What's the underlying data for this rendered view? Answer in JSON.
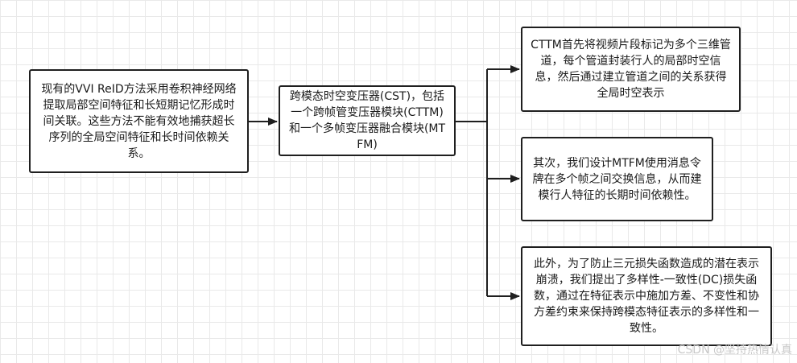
{
  "nodes": {
    "problem": "现有的VVI ReID方法采用卷积神经网络提取局部空间特征和长短期记忆形成时间关联。这些方法不能有效地捕获超长序列的全局空间特征和长时间依赖关系。",
    "cst": "跨模态时空变压器(CST)，包括一个跨帧管变压器模块(CTTM)和一个多帧变压器融合模块(MTFM)",
    "cttm": "CTTM首先将视频片段标记为多个三维管道，每个管道封装行人的局部时空信息，然后通过建立管道之间的关系获得全局时空表示",
    "mtfm": "其次，我们设计MTFM使用消息令牌在多个帧之间交换信息，从而建模行人特征的长期时间依赖性。",
    "dc_loss": "此外，为了防止三元损失函数造成的潜在表示崩溃，我们提出了多样性-一致性(DC)损失函数，通过在特征表示中施加方差、不变性和协方差约束来保持跨模态特征表示的多样性和一致性。"
  },
  "watermark": "CSDN @坚持热情认真"
}
